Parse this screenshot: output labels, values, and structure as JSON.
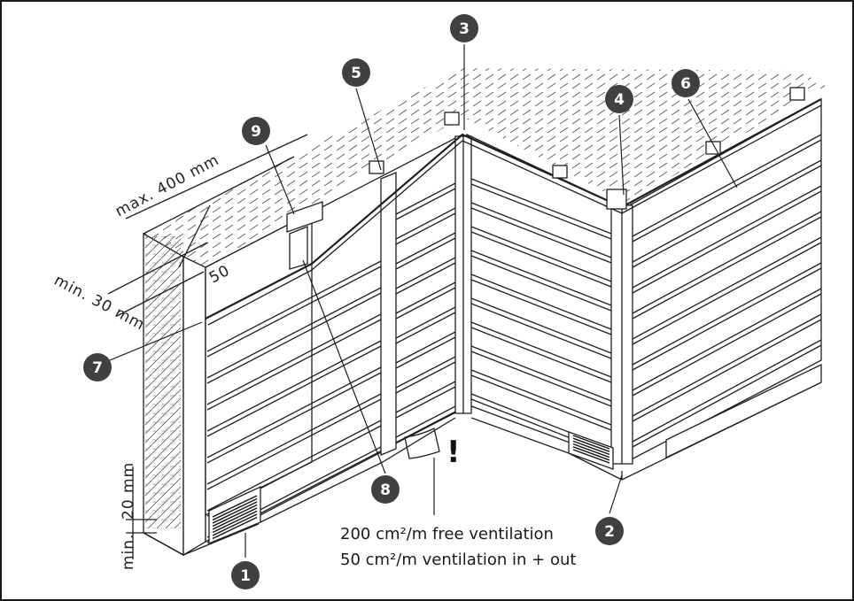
{
  "dimensions": {
    "max_spacing": "max. 400 mm",
    "min_gap": "min. 30 mm",
    "overlap": "50",
    "bottom_gap_value": "20 mm",
    "bottom_gap_prefix": "min."
  },
  "callouts": [
    "1",
    "2",
    "3",
    "4",
    "5",
    "6",
    "7",
    "8",
    "9"
  ],
  "ventilation": {
    "line1": "200 cm²/m free ventilation",
    "line2": "50 cm²/m ventilation in + out",
    "warning": "!"
  },
  "colors": {
    "badge": "#404040",
    "line": "#1f1f1f",
    "background": "#ffffff"
  }
}
